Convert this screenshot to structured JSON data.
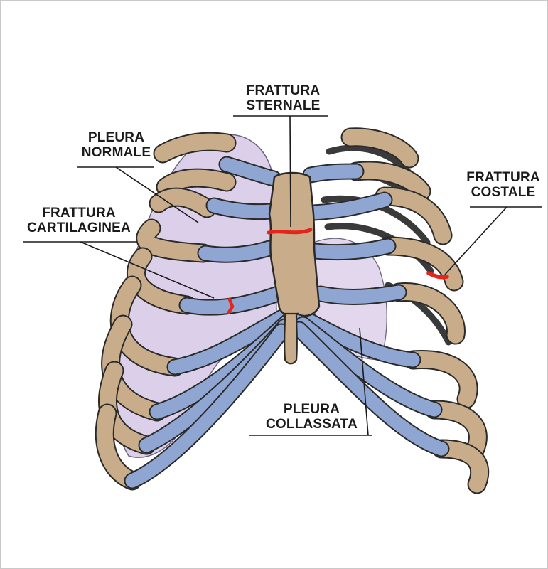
{
  "labels": {
    "sternal_fracture": {
      "line1": "FRATTURA",
      "line2": "STERNALE"
    },
    "normal_pleura": {
      "line1": "PLEURA",
      "line2": "NORMALE"
    },
    "cartilage_fracture": {
      "line1": "FRATTURA",
      "line2": "CARTILAGINEA"
    },
    "rib_fracture": {
      "line1": "FRATTURA",
      "line2": "COSTALE"
    },
    "collapsed_pleura": {
      "line1": "PLEURA",
      "line2": "COLLASSATA"
    }
  },
  "colors": {
    "bone": "#c9ad8b",
    "cartilage": "#8fa6d2",
    "pleura_normal": "#dccfe9",
    "pleura_collapsed": "#e2d7ec",
    "fracture": "#e3251b",
    "ink": "#2a2a2a",
    "rib_shadow": "#3a3a3a"
  }
}
